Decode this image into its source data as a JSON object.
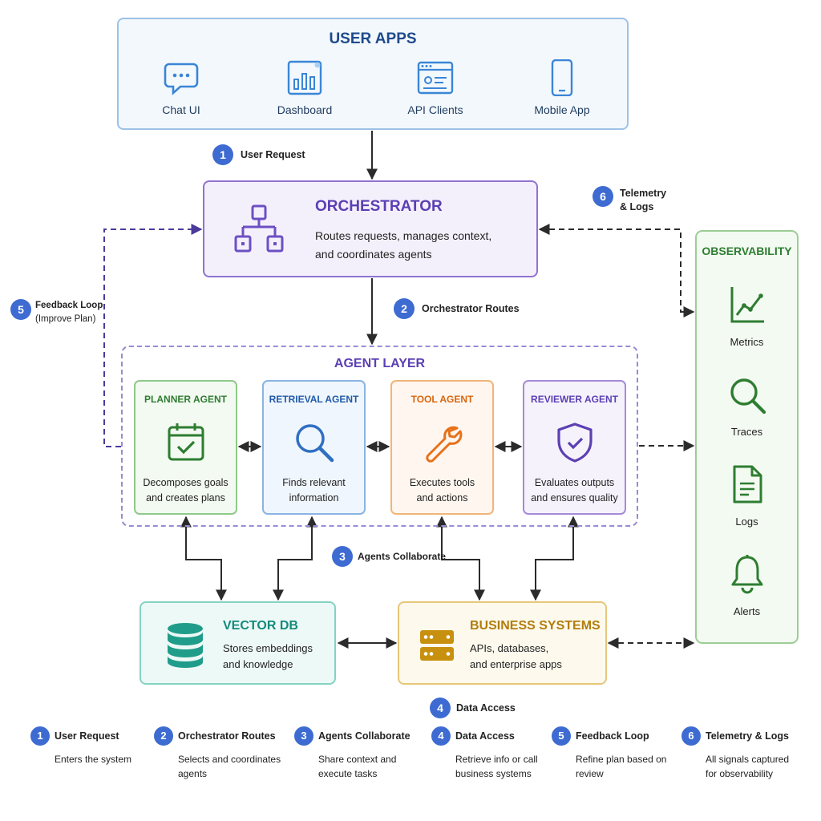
{
  "user_apps": {
    "title": "USER APPS",
    "apps": [
      {
        "label": "Chat UI",
        "icon": "chat-bubble-icon"
      },
      {
        "label": "Dashboard",
        "icon": "bar-chart-icon"
      },
      {
        "label": "API Clients",
        "icon": "browser-window-icon"
      },
      {
        "label": "Mobile App",
        "icon": "smartphone-icon"
      }
    ]
  },
  "orchestrator": {
    "title": "ORCHESTRATOR",
    "desc_line1": "Routes requests, manages context,",
    "desc_line2": "and coordinates agents",
    "icon": "hierarchy-icon"
  },
  "agent_layer": {
    "title": "AGENT LAYER",
    "agents": [
      {
        "name": "PLANNER AGENT",
        "desc_line1": "Decomposes goals",
        "desc_line2": "and creates plans",
        "icon": "calendar-check-icon"
      },
      {
        "name": "RETRIEVAL AGENT",
        "desc_line1": "Finds relevant",
        "desc_line2": "information",
        "icon": "magnifier-icon"
      },
      {
        "name": "TOOL AGENT",
        "desc_line1": "Executes tools",
        "desc_line2": "and actions",
        "icon": "wrench-icon"
      },
      {
        "name": "REVIEWER AGENT",
        "desc_line1": "Evaluates outputs",
        "desc_line2": "and ensures quality",
        "icon": "shield-check-icon"
      }
    ]
  },
  "vector_db": {
    "title": "VECTOR DB",
    "desc_line1": "Stores embeddings",
    "desc_line2": "and knowledge",
    "icon": "database-icon"
  },
  "business_systems": {
    "title": "BUSINESS SYSTEMS",
    "desc_line1": "APIs, databases,",
    "desc_line2": "and enterprise apps",
    "icon": "server-icon"
  },
  "observability": {
    "title": "OBSERVABILITY",
    "items": [
      {
        "label": "Metrics",
        "icon": "line-chart-icon"
      },
      {
        "label": "Traces",
        "icon": "magnifier-icon"
      },
      {
        "label": "Logs",
        "icon": "document-icon"
      },
      {
        "label": "Alerts",
        "icon": "bell-icon"
      }
    ]
  },
  "flow_labels": {
    "step1": {
      "num": "1",
      "label": "User Request"
    },
    "step2": {
      "num": "2",
      "label": "Orchestrator Routes"
    },
    "step3": {
      "num": "3",
      "label": "Agents Collaborate"
    },
    "step4": {
      "num": "4",
      "label": "Data Access"
    },
    "step5": {
      "num": "5",
      "line1": "Feedback Loop",
      "line2": "(Improve Plan)"
    },
    "step6": {
      "num": "6",
      "line1": "Telemetry",
      "line2": "& Logs"
    }
  },
  "legend": [
    {
      "num": "1",
      "title": "User Request",
      "desc_line1": "Enters the system",
      "desc_line2": ""
    },
    {
      "num": "2",
      "title": "Orchestrator Routes",
      "desc_line1": "Selects and coordinates",
      "desc_line2": "agents"
    },
    {
      "num": "3",
      "title": "Agents Collaborate",
      "desc_line1": "Share context and",
      "desc_line2": "execute tasks"
    },
    {
      "num": "4",
      "title": "Data Access",
      "desc_line1": "Retrieve info or call",
      "desc_line2": "business systems"
    },
    {
      "num": "5",
      "title": "Feedback Loop",
      "desc_line1": "Refine plan based on",
      "desc_line2": "review"
    },
    {
      "num": "6",
      "title": "Telemetry & Logs",
      "desc_line1": "All signals captured",
      "desc_line2": "for observability"
    }
  ],
  "colors": {
    "badge": "#3d6bd1",
    "user_apps_accent": "#1e4a8c",
    "orchestrator_accent": "#5b3fb3",
    "planner_accent": "#2e7d32",
    "retrieval_accent": "#1e5aa8",
    "tool_accent": "#d9650e",
    "reviewer_accent": "#5b3fb3",
    "vector_accent": "#138a7d",
    "business_accent": "#b27d0c",
    "observability_accent": "#2e7d32"
  }
}
